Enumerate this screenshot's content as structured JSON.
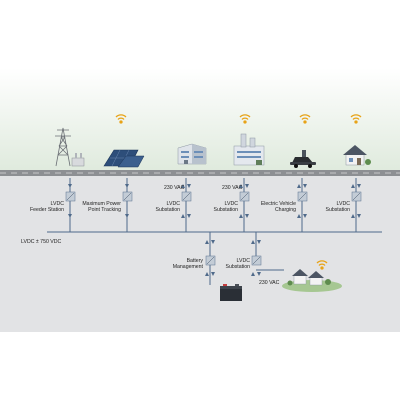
{
  "colors": {
    "band_top": "#ffffff",
    "band_green": "#dfeadd",
    "band_gray": "#e2e3e5",
    "road": "#8d8f93",
    "bus_line": "#4f6a8a",
    "wifi": "#e8a317",
    "converter_fill": "#c3ccd6"
  },
  "labels": {
    "lvdc_feeder": [
      "LVDC",
      "Feeder Station"
    ],
    "mppt": [
      "Maximum Power",
      "Point Tracking"
    ],
    "lvdc_substation_1": [
      "LVDC",
      "Substation"
    ],
    "lvdc_substation_2": [
      "LVDC",
      "Substation"
    ],
    "ev_charging": [
      "Electric Vehicle",
      "Charging"
    ],
    "lvdc_substation_3": [
      "LVDC",
      "Substation"
    ],
    "battery_management": [
      "Battery",
      "Management"
    ],
    "lvdc_substation_4": [
      "LVDC",
      "Substation"
    ],
    "vac_1": "230 VAC",
    "vac_2": "230 VAC",
    "vac_3": "230 VAC",
    "bus_voltage": "LVDC ± 750 VDC"
  },
  "icons": {
    "tower": "transmission-tower-icon",
    "solar": "solar-panel-icon",
    "office": "office-building-icon",
    "factory": "factory-icon",
    "car": "electric-car-icon",
    "house": "house-icon",
    "battery": "battery-icon",
    "homes": "residential-houses-icon",
    "wifi": "wifi-signal-icon"
  }
}
